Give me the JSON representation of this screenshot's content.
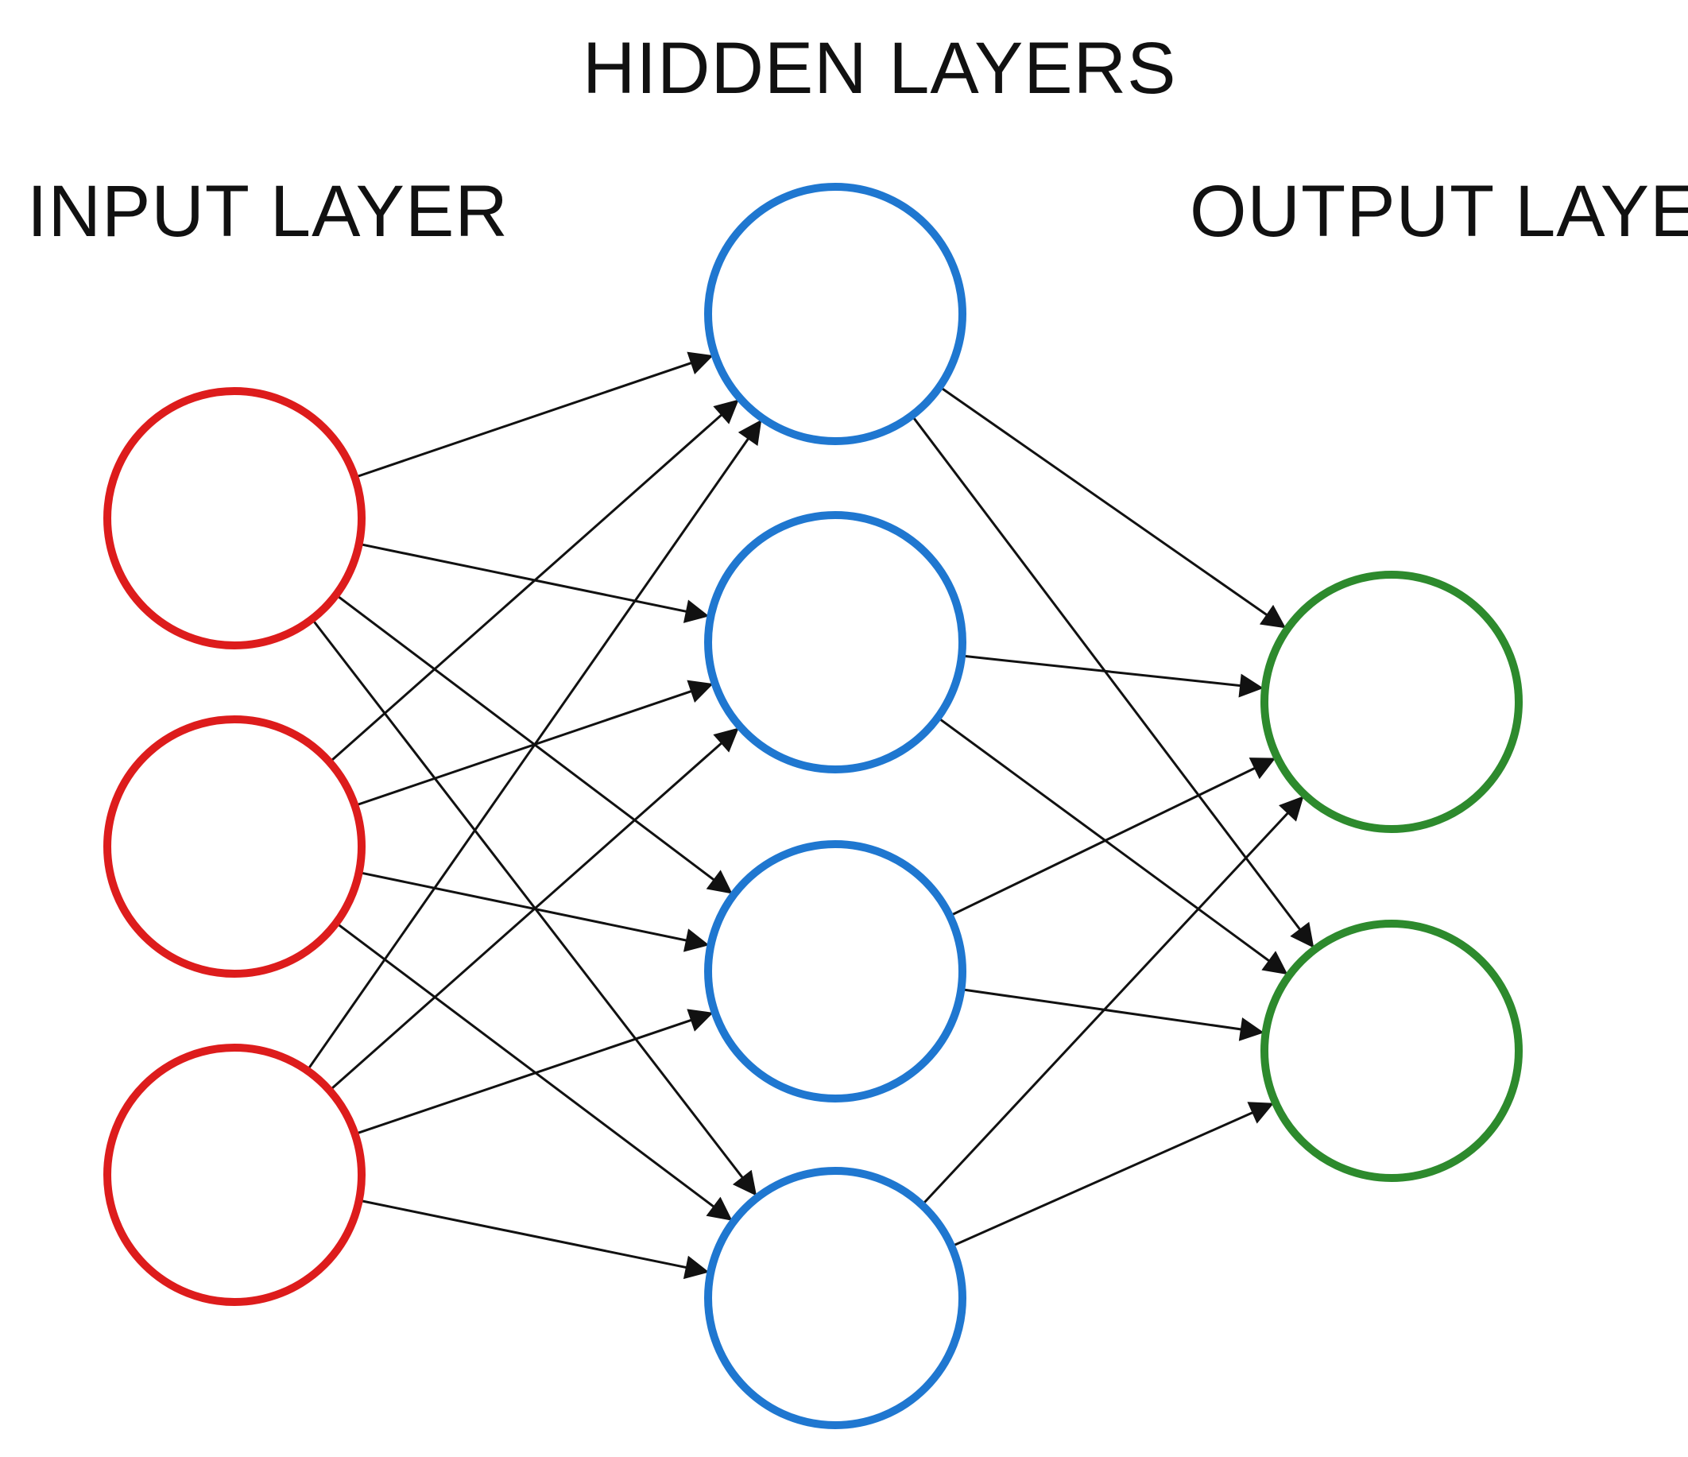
{
  "labels": {
    "input": "INPUT LAYER",
    "hidden": "HIDDEN LAYERS",
    "output": "OUTPUT LAYER"
  },
  "colors": {
    "input": "#dd1c1c",
    "hidden": "#1f77d0",
    "output": "#2d8a2d",
    "edge": "#111111"
  },
  "network": {
    "layers": [
      {
        "name": "input",
        "count": 3
      },
      {
        "name": "hidden",
        "count": 4
      },
      {
        "name": "output",
        "count": 2
      }
    ]
  }
}
